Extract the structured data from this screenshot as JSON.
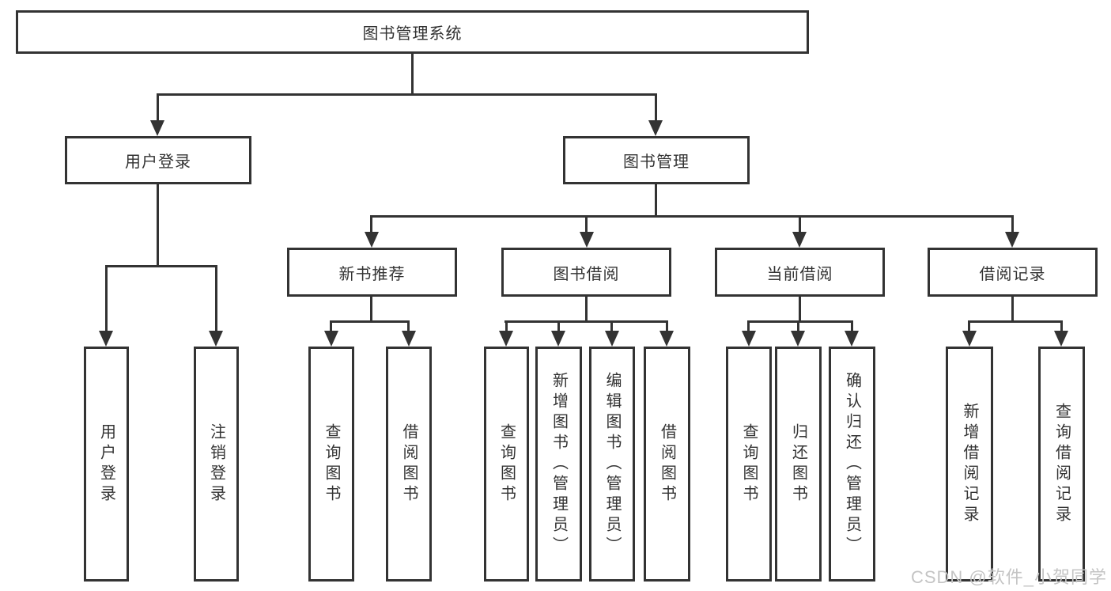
{
  "diagram": {
    "tree": {
      "label": "图书管理系统",
      "children": [
        {
          "label": "用户登录",
          "children": [
            {
              "label": "用户登录"
            },
            {
              "label": "注销登录"
            }
          ]
        },
        {
          "label": "图书管理",
          "children": [
            {
              "label": "新书推荐",
              "children": [
                {
                  "label": "查询图书"
                },
                {
                  "label": "借阅图书"
                }
              ]
            },
            {
              "label": "图书借阅",
              "children": [
                {
                  "label": "查询图书"
                },
                {
                  "label": "新增图书（管理员）"
                },
                {
                  "label": "编辑图书（管理员）"
                },
                {
                  "label": "借阅图书"
                }
              ]
            },
            {
              "label": "当前借阅",
              "children": [
                {
                  "label": "查询图书"
                },
                {
                  "label": "归还图书"
                },
                {
                  "label": "确认归还（管理员）"
                }
              ]
            },
            {
              "label": "借阅记录",
              "children": [
                {
                  "label": "新增借阅记录"
                },
                {
                  "label": "查询借阅记录"
                }
              ]
            }
          ]
        }
      ]
    },
    "watermark": "CSDN @软件_小贺同学",
    "colors": {
      "line": "#333333",
      "text": "#333333",
      "watermark": "#c4c4c4",
      "background": "#ffffff"
    }
  }
}
